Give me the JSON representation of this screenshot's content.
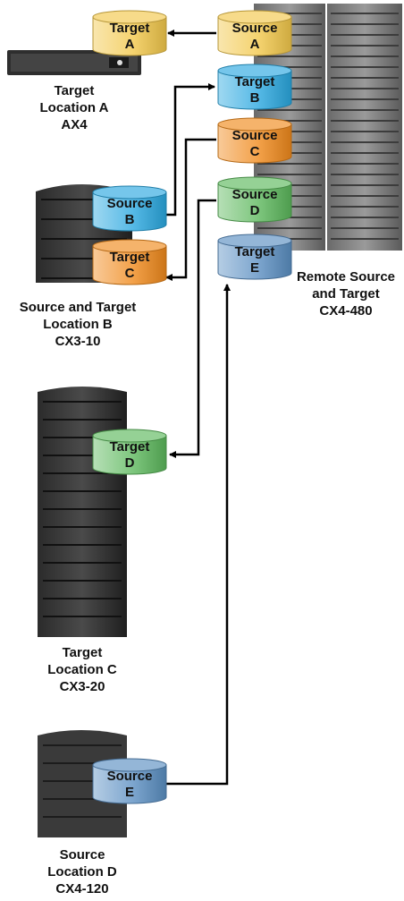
{
  "cylinders": {
    "target_a": {
      "line1": "Target",
      "line2": "A",
      "color": "#f2c84b"
    },
    "source_a": {
      "line1": "Source",
      "line2": "A",
      "color": "#f2c84b"
    },
    "target_b": {
      "line1": "Target",
      "line2": "B",
      "color": "#2aa8e0"
    },
    "source_c": {
      "line1": "Source",
      "line2": "C",
      "color": "#f08a1c"
    },
    "source_d": {
      "line1": "Source",
      "line2": "D",
      "color": "#5cb85c"
    },
    "target_e": {
      "line1": "Target",
      "line2": "E",
      "color": "#5b8fc2"
    },
    "source_b": {
      "line1": "Source",
      "line2": "B",
      "color": "#2aa8e0"
    },
    "target_c": {
      "line1": "Target",
      "line2": "C",
      "color": "#f08a1c"
    },
    "target_d": {
      "line1": "Target",
      "line2": "D",
      "color": "#5cb85c"
    },
    "source_e": {
      "line1": "Source",
      "line2": "E",
      "color": "#5b8fc2"
    }
  },
  "locations": {
    "target_a": {
      "line1": "Target",
      "line2": "Location A",
      "line3": "AX4"
    },
    "remote": {
      "line1": "Remote Source",
      "line2": "and Target",
      "line3": "CX4-480"
    },
    "location_b": {
      "line1": "Source and Target",
      "line2": "Location B",
      "line3": "CX3-10"
    },
    "location_c": {
      "line1": "Target",
      "line2": "Location C",
      "line3": "CX3-20"
    },
    "location_d": {
      "line1": "Source",
      "line2": "Location D",
      "line3": "CX4-120"
    }
  }
}
